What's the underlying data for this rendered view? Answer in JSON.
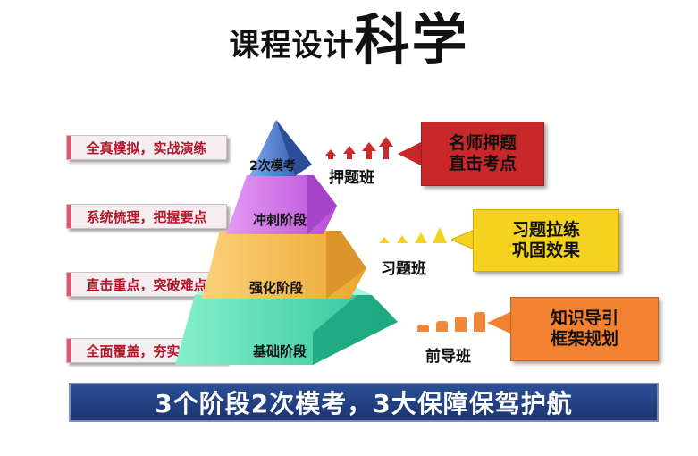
{
  "title": {
    "prefix": "课程设计",
    "emphasis": "科学"
  },
  "left_labels": [
    "全真模拟，实战演练",
    "系统梳理，把握要点",
    "直击重点，突破难点",
    "全面覆盖，夯实基础"
  ],
  "stages": [
    "2次模考",
    "冲刺阶段",
    "强化阶段",
    "基础阶段"
  ],
  "classes": [
    {
      "label": "押题班",
      "callout": [
        "名师押题",
        "直击考点"
      ],
      "color": "#c8282a"
    },
    {
      "label": "习题班",
      "callout": [
        "习题拉练",
        "巩固效果"
      ],
      "color": "#f5d21e"
    },
    {
      "label": "前导班",
      "callout": [
        "知识导引",
        "框架规划"
      ],
      "color": "#f28232"
    }
  ],
  "colors": {
    "tier1": "#4a78c8",
    "tier2": "#c45ee0",
    "tier3": "#f0b43c",
    "tier4": "#3ccca0",
    "banner": "#1f3c7a",
    "label_text": "#b0182a"
  },
  "banner": "3个阶段2次模考，3大保障保驾护航"
}
